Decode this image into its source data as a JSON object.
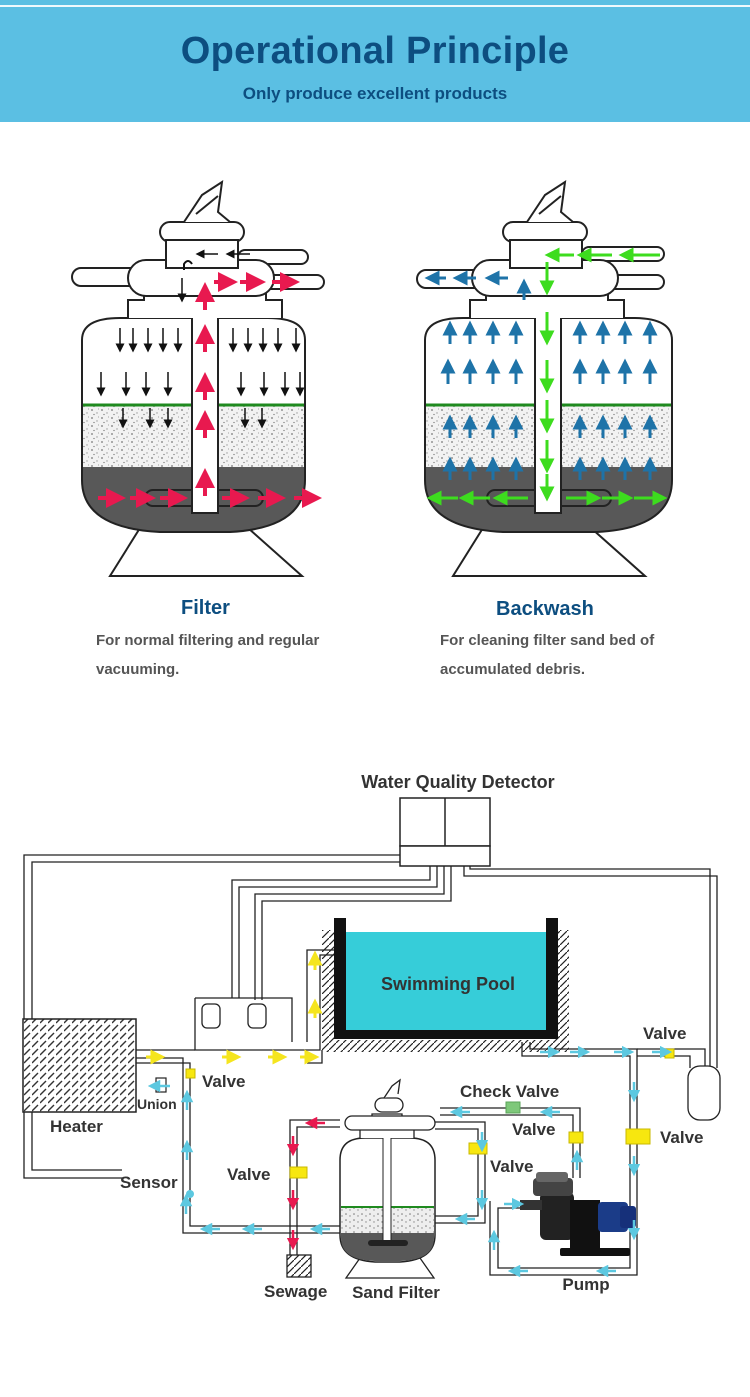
{
  "header": {
    "title": "Operational Principle",
    "subtitle": "Only produce excellent products"
  },
  "modes": {
    "filter": {
      "title": "Filter",
      "desc_line1": "For normal filtering and regular",
      "desc_line2": "vacuuming."
    },
    "backwash": {
      "title": "Backwash",
      "desc_line1": "For cleaning filter sand bed of",
      "desc_line2": "accumulated debris."
    }
  },
  "system": {
    "detector": "Water Quality Detector",
    "pool": "Swimming Pool",
    "heater": "Heater",
    "union": "Union",
    "sensor": "Sensor",
    "sewage": "Sewage",
    "sand_filter": "Sand Filter",
    "pump": "Pump",
    "check_valve": "Check Valve",
    "valve_heater": "Valve",
    "valve_right_top": "Valve",
    "valve_right_side": "Valve",
    "valve_pump_in": "Valve",
    "valve_filter_out": "Valve",
    "valve_sewage": "Valve"
  },
  "colors": {
    "header_bg": "#5bbfe3",
    "title_blue": "#0d4e80",
    "filter_arrow": "#e8194f",
    "backwash_up": "#1e73a8",
    "backwash_down": "#3ddc1e",
    "pool_water": "#36cdd9",
    "flow_cyan": "#5cc8e0",
    "flow_yellow": "#f5e51e",
    "valve_yellow": "#f7e70f",
    "check_valve_green": "#7ec87a",
    "sand_green": "#1f8a1f"
  }
}
